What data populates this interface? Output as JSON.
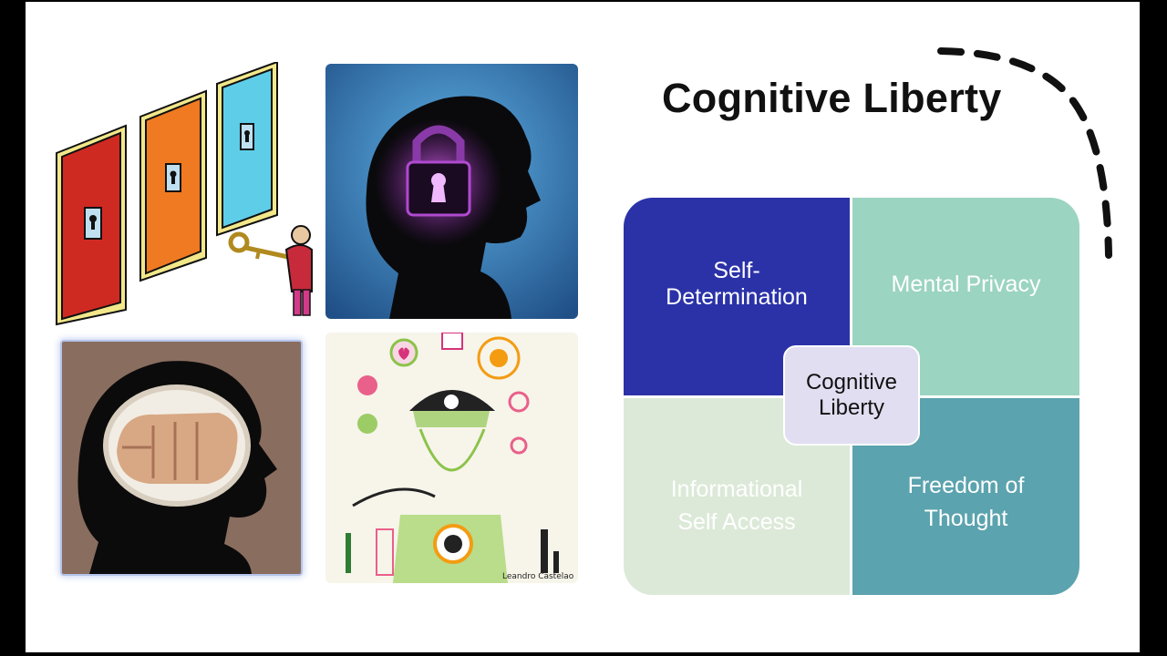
{
  "slide": {
    "title": "Cognitive Liberty",
    "illustrations": [
      {
        "name": "doors-and-key",
        "icon": "doors-key-illustration"
      },
      {
        "name": "locked-mind",
        "icon": "padlock-head-silhouette"
      },
      {
        "name": "fist-in-head",
        "icon": "fist-head-silhouette"
      },
      {
        "name": "robot-head",
        "icon": "robot-head-illustration"
      }
    ],
    "robot_credit": "Leandro Castelao"
  },
  "diagram": {
    "center_label": "Cognitive\nLiberty",
    "quadrants": [
      {
        "label": "Self-\nDetermination",
        "color": "#2b32a8"
      },
      {
        "label": "Mental Privacy",
        "color": "#9bd4c1"
      },
      {
        "label": "Informational\nSelf Access",
        "color": "#dce9d8"
      },
      {
        "label": "Freedom of\nThought",
        "color": "#5ba3ae"
      }
    ],
    "center_color": "#e0def0"
  }
}
